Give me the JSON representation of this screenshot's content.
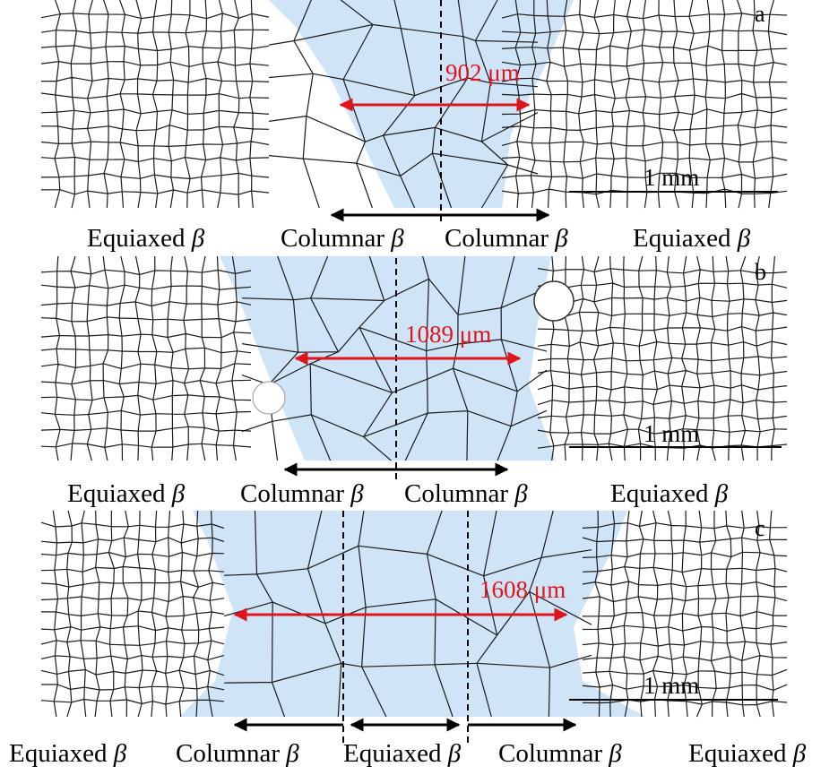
{
  "panels": [
    {
      "letter": "a",
      "width_label": "902 μm",
      "scale_bar": "1 mm",
      "zones": [
        {
          "name": "Equiaxed",
          "symbol": "β"
        },
        {
          "name": "Columnar",
          "symbol": "β"
        },
        {
          "name": "Columnar",
          "symbol": "β"
        },
        {
          "name": "Equiaxed",
          "symbol": "β"
        }
      ]
    },
    {
      "letter": "b",
      "width_label": "1089 μm",
      "scale_bar": "1 mm",
      "zones": [
        {
          "name": "Equiaxed",
          "symbol": "β"
        },
        {
          "name": "Columnar",
          "symbol": "β"
        },
        {
          "name": "Columnar",
          "symbol": "β"
        },
        {
          "name": "Equiaxed",
          "symbol": "β"
        }
      ]
    },
    {
      "letter": "c",
      "width_label": "1608 μm",
      "scale_bar": "1 mm",
      "zones": [
        {
          "name": "Equiaxed",
          "symbol": "β"
        },
        {
          "name": "Columnar",
          "symbol": "β"
        },
        {
          "name": "Equiaxed",
          "symbol": "β"
        },
        {
          "name": "Columnar",
          "symbol": "β"
        },
        {
          "name": "Equiaxed",
          "symbol": "β"
        }
      ]
    }
  ],
  "colors": {
    "fusion_zone_fill": "#cfe4f7",
    "width_arrow": "#e0141b",
    "grain_boundary": "#1a1a1a"
  }
}
